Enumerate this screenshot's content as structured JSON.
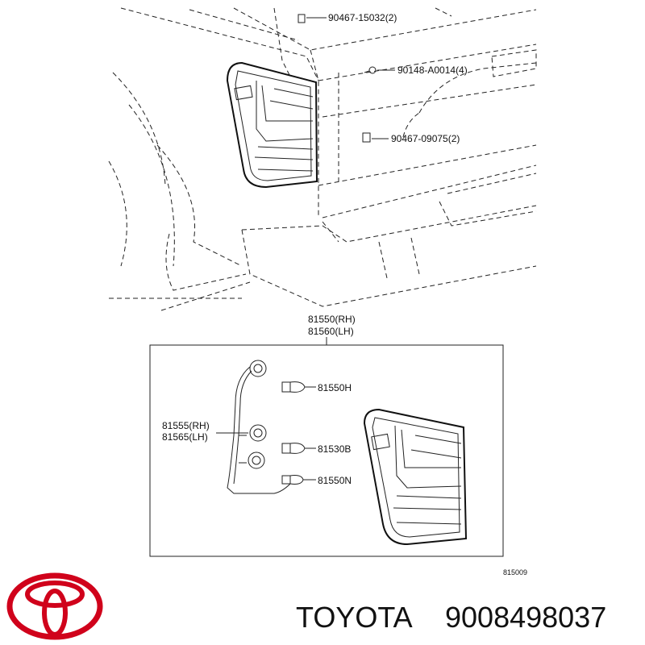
{
  "parts": {
    "p1": "90467-15032(2)",
    "p2": "90148-A0014(4)",
    "p3": "90467-09075(2)",
    "assembly_rh": "81550(RH)",
    "assembly_lh": "81560(LH)",
    "socket_rh": "81555(RH)",
    "socket_lh": "81565(LH)",
    "bulb1": "81550H",
    "bulb2": "81530B",
    "bulb3": "81550N"
  },
  "figure_code": "815009",
  "brand": {
    "name": "TOYOTA",
    "part_number": "9008498037",
    "logo_color": "#d0021b"
  }
}
